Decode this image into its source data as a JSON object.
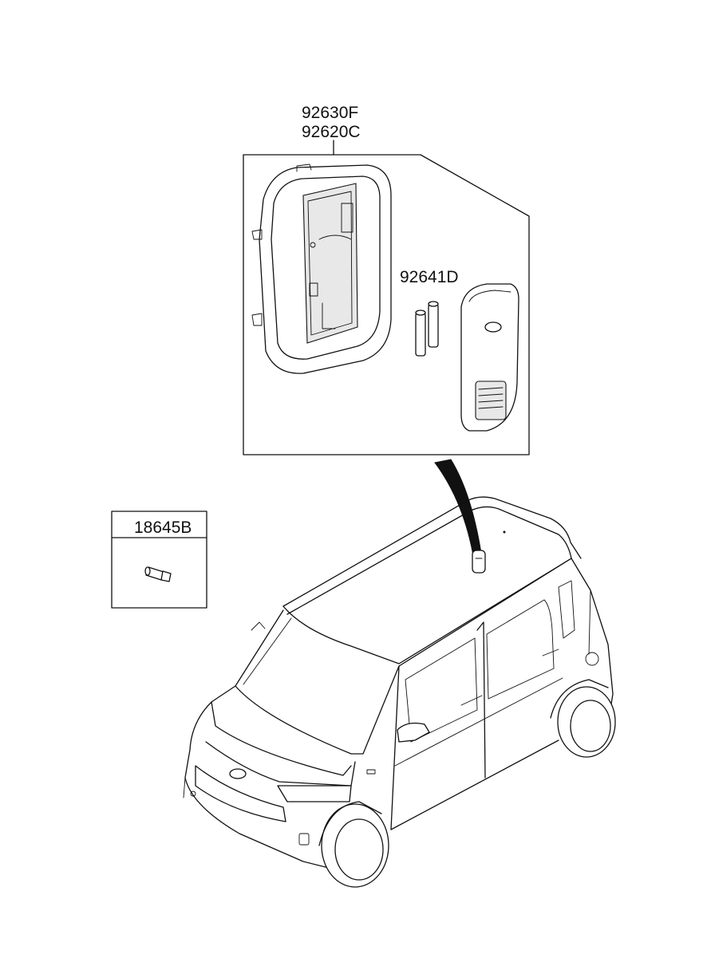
{
  "callouts": {
    "lamp_assy_label_1": "92630F",
    "lamp_assy_label_2": "92620C",
    "lens_label": "92641D",
    "bulb_label": "18645B"
  }
}
